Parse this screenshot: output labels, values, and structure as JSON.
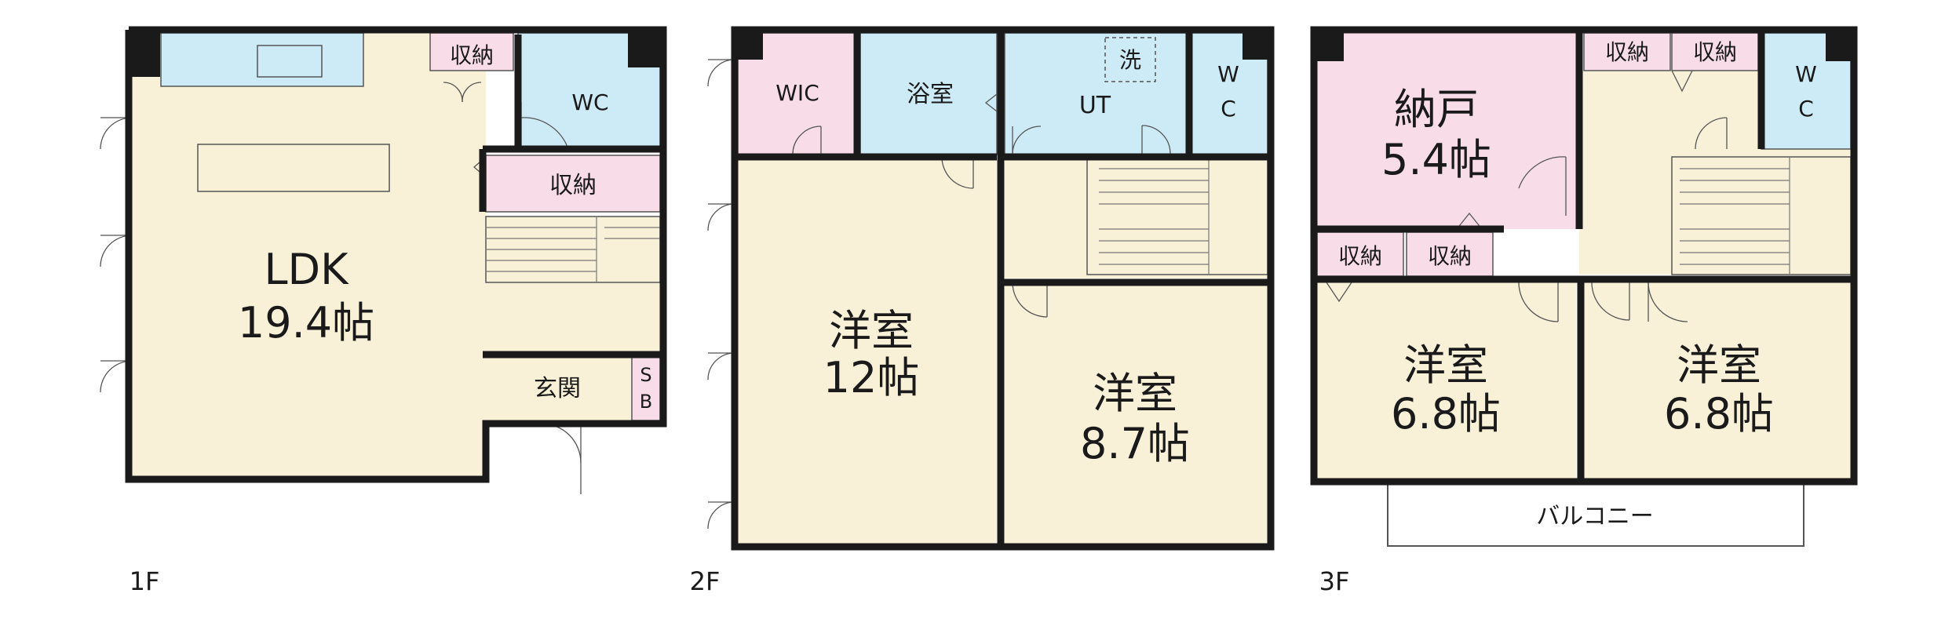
{
  "floors": {
    "f1": {
      "label": "1F",
      "ldk_name": "LDK",
      "ldk_size": "19.4帖",
      "storage": "収納",
      "storage2": "収納",
      "wc": "WC",
      "entrance": "玄関",
      "sb_s": "S",
      "sb_b": "B"
    },
    "f2": {
      "label": "2F",
      "wic": "WIC",
      "bath": "浴室",
      "washer": "洗",
      "ut": "UT",
      "wc_w": "W",
      "wc_c": "C",
      "room_a_name": "洋室",
      "room_a_size": "12帖",
      "room_b_name": "洋室",
      "room_b_size": "8.7帖"
    },
    "f3": {
      "label": "3F",
      "nando_name": "納戸",
      "nando_size": "5.4帖",
      "storage_a": "収納",
      "storage_b": "収納",
      "storage_c": "収納",
      "storage_d": "収納",
      "wc_w": "W",
      "wc_c": "C",
      "room_a_name": "洋室",
      "room_a_size": "6.8帖",
      "room_b_name": "洋室",
      "room_b_size": "6.8帖",
      "balcony": "バルコニー"
    }
  },
  "colors": {
    "wall": "#1a1a1a",
    "room_beige": "#f9f0d8",
    "wet_blue": "#cdebf6",
    "pink": "#f8dde8",
    "balcony": "#ffffff",
    "line": "#555555"
  }
}
